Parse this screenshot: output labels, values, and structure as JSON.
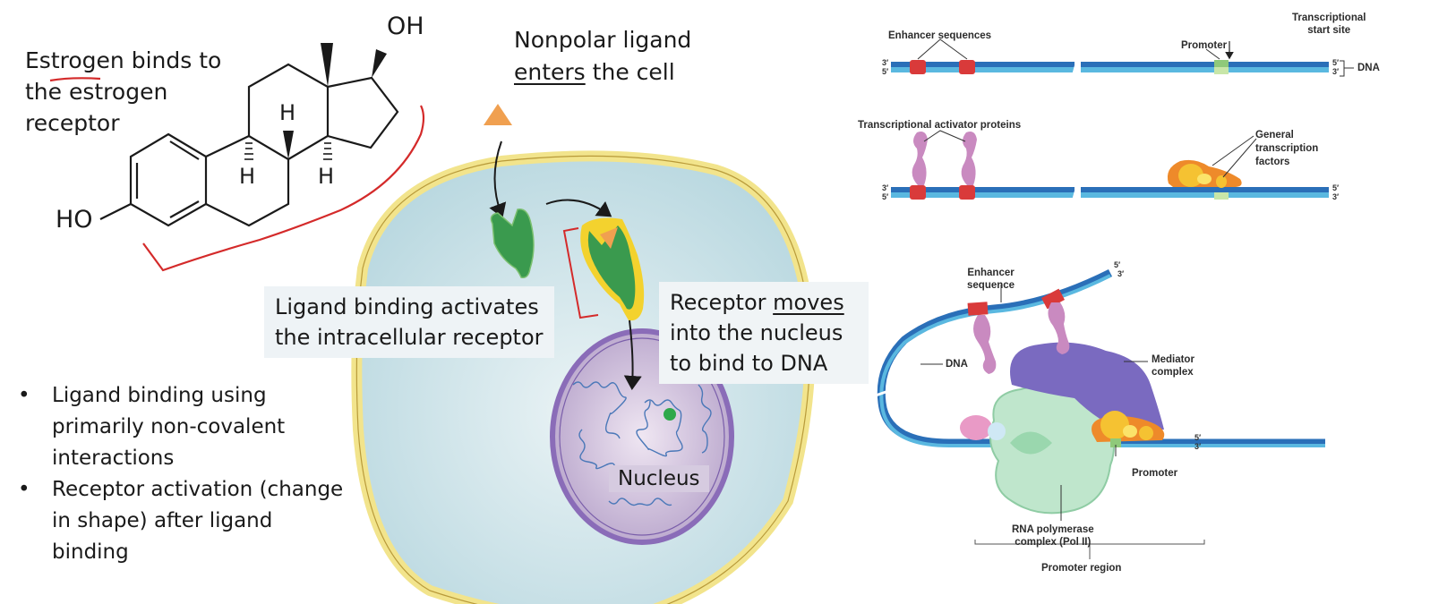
{
  "left_panel": {
    "estrogen_caption": {
      "line1_prefix": "Estrogen",
      "line1_suffix": " binds to",
      "line2": "the estrogen",
      "line3": "receptor"
    },
    "molecule": {
      "name": "estradiol",
      "labels": {
        "oh_top": "OH",
        "ho_left": "HO",
        "h_top": "H",
        "h_mid_left": "H",
        "h_mid_right": "H"
      }
    },
    "bullets": [
      "Ligand binding using primarily non-covalent interactions",
      "Receptor activation (change in shape) after ligand binding"
    ]
  },
  "center_panel": {
    "nonpolar_caption": {
      "line1": "Nonpolar ligand",
      "line2_underlined": "enters",
      "line2_rest": " the cell"
    },
    "ligand_binding_box": {
      "line1": "Ligand binding activates",
      "line2": "the intracellular receptor"
    },
    "receptor_box": {
      "line1_prefix": "Receptor ",
      "line1_underlined": "moves",
      "line2": "into the nucleus",
      "line3": "to bind to DNA"
    },
    "nucleus_label": "Nucleus"
  },
  "right_panel": {
    "top_diagram": {
      "enhancer_label": "Enhancer sequences",
      "promoter_label": "Promoter",
      "tss_label_line1": "Transcriptional",
      "tss_label_line2": "start site",
      "dna_label": "DNA",
      "strand_left_top": "3′",
      "strand_left_bottom": "5′",
      "strand_right_top": "5′",
      "strand_right_bottom": "3′"
    },
    "middle_diagram": {
      "activator_label": "Transcriptional activator proteins",
      "gtf_label_line1": "General",
      "gtf_label_line2": "transcription",
      "gtf_label_line3": "factors",
      "strand_left_top": "3′",
      "strand_left_bottom": "5′",
      "strand_right_top": "5′",
      "strand_right_bottom": "3′"
    },
    "bottom_diagram": {
      "enhancer_label_line1": "Enhancer",
      "enhancer_label_line2": "sequence",
      "dna_label": "DNA",
      "mediator_label_line1": "Mediator",
      "mediator_label_line2": "complex",
      "promoter_label": "Promoter",
      "polymerase_label_line1": "RNA polymerase",
      "polymerase_label_line2": "complex (Pol II)",
      "promoter_region_label": "Promoter region",
      "strand_top_end_top": "5′",
      "strand_top_end_bottom": "3′",
      "strand_right_top": "5′",
      "strand_right_bottom": "3′"
    }
  },
  "colors": {
    "annotation_red": "#d42a2a",
    "dna_dark": "#2a6fb8",
    "dna_light": "#5ab8e0",
    "enhancer_red": "#d93a3a",
    "promoter_green": "#8fc97a",
    "activator_purple": "#c98ac0",
    "mediator_purple": "#7a6ac0",
    "polymerase_green": "#b8e0c4",
    "gtf_orange": "#ee8a2a",
    "gtf_yellow": "#f5c232",
    "receptor_green": "#3a9a4e",
    "ligand_orange": "#f0a050",
    "membrane_yellow": "#f2e48c",
    "cytoplasm": "#cfe4ea",
    "nucleus_purple": "#b8a6cc"
  }
}
